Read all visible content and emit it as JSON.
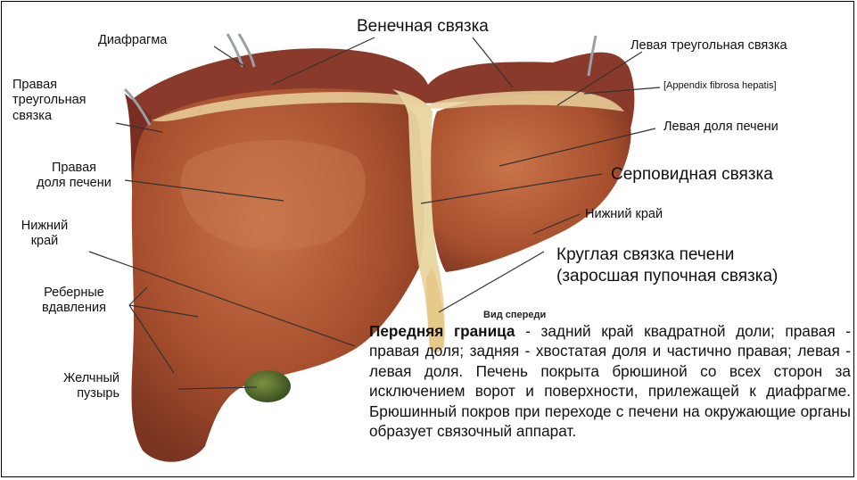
{
  "labels": {
    "diaphragm": "Диафрагма",
    "coronary_lig": "Венечная связка",
    "right_triangular_lig": "Правая\nтреугольная\nсвязка",
    "left_triangular_lig": "Левая треугольная связка",
    "appendix_fibrosa": "[Appendix fibrosa hepatis]",
    "left_lobe": "Левая доля печени",
    "right_lobe": "Правая\nдоля печени",
    "falciform_lig": "Серповидная связка",
    "inferior_border_right": "Нижний\nкрай",
    "inferior_border_left": "Нижний край",
    "round_lig": "Круглая связка печени\n(заросшая пупочная связка)",
    "costal_impressions": "Реберные\nвдавления",
    "gallbladder": "Желчный\nпузырь",
    "view": "Вид спереди"
  },
  "description": {
    "bold": "Передняя граница",
    "text": " - задний край квадратной доли; правая - правая доля; задняя - хвостатая доля и частично правая; левая - левая доля. Печень покрыта брюшиной со всех сторон за исключением ворот и поверхности, прилежащей к диафрагме. Брюшинный покров при переходе с печени на окружающие органы образует связочный аппарат."
  },
  "colors": {
    "liver": "#a8502e",
    "liver_light": "#c9744a",
    "diaphragm": "#8a3a2a",
    "ligament": "#e8d6a0",
    "gallbladder": "#4f6a2a"
  }
}
